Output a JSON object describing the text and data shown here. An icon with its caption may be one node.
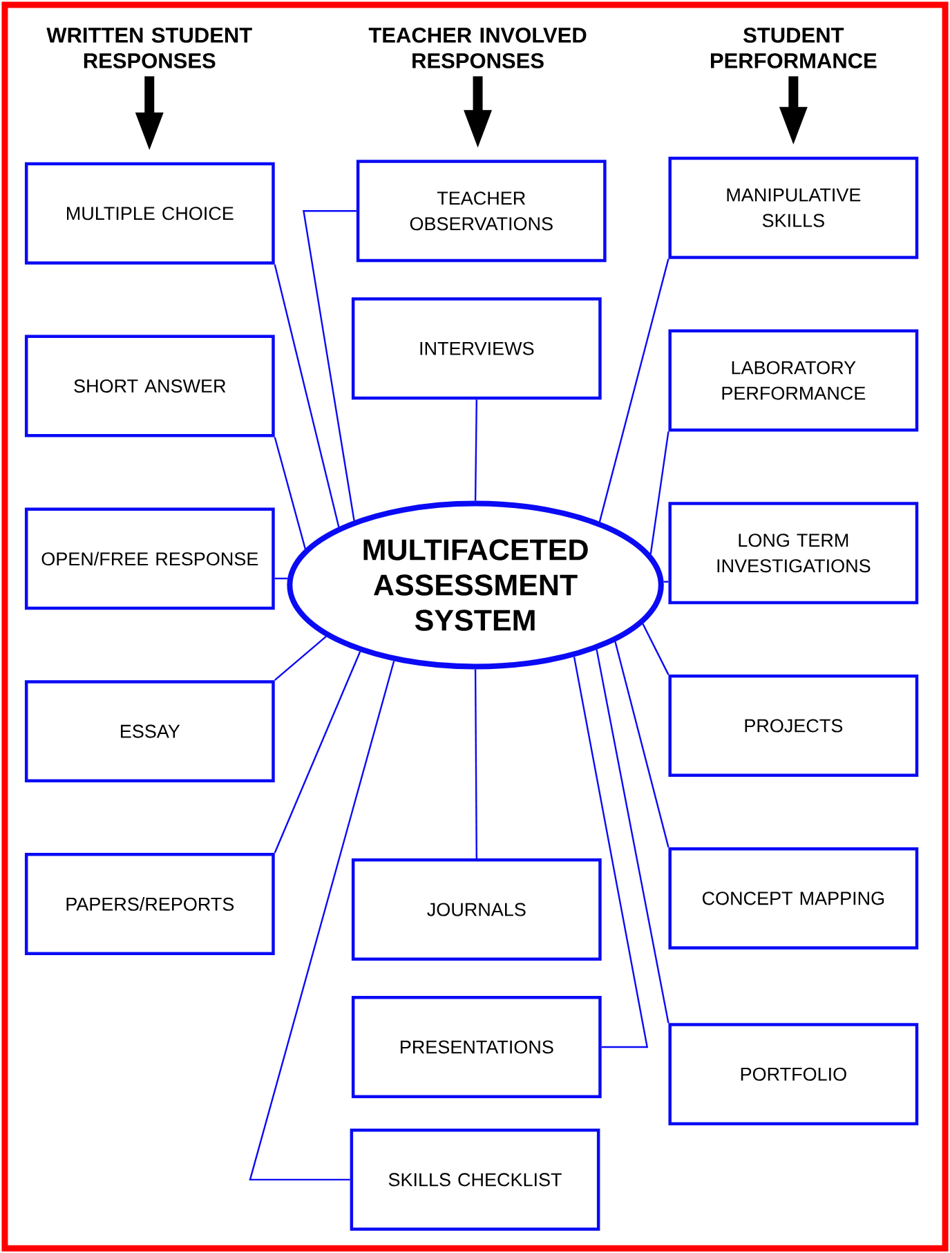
{
  "diagram": {
    "nodes": [
      {
        "text": [
          "WRITTEN STUDENT RESPONSES"
        ]
      },
      {
        "text": [
          "TEACHER INVOLVED RESPONSES"
        ]
      },
      {
        "text": [
          "STUDENT PERFORMANCE"
        ]
      },
      {
        "text": [
          "MULTIPLE CHOICE"
        ]
      },
      {
        "text": [
          "TEACHER OBSERVATIONS"
        ]
      },
      {
        "text": [
          "MANIPULATIVE SKILLS"
        ]
      },
      {
        "text": [
          "INTERVIEWS"
        ]
      },
      {
        "text": [
          "SHORT ANSWER"
        ]
      },
      {
        "text": [
          "LABORATORY PERFORMANCE"
        ]
      },
      {
        "text": [
          "OPEN/FREE RESPONSE"
        ]
      },
      {
        "text": [
          "MULTIFACETED ASSESSMENT SYSTEM"
        ]
      },
      {
        "text": [
          "LONG TERM INVESTIGATIONS"
        ]
      },
      {
        "text": [
          "ESSAY"
        ]
      },
      {
        "text": [
          "PROJECTS"
        ]
      },
      {
        "text": [
          "PAPERS/REPORTS"
        ]
      },
      {
        "text": [
          "JOURNALS"
        ]
      },
      {
        "text": [
          "CONCEPT MAPPING"
        ]
      },
      {
        "text": [
          "PRESENTATIONS"
        ]
      },
      {
        "text": [
          "PORTFOLIO"
        ]
      },
      {
        "text": [
          "SKILLS CHECKLIST"
        ]
      }
    ],
    "edges": [
      {
        "from": 0,
        "to": 3,
        "arrow": "to",
        "style": "thick",
        "color": "#000000"
      },
      {
        "from": 1,
        "to": 4,
        "arrow": "to",
        "style": "thick",
        "color": "#000000"
      },
      {
        "from": 2,
        "to": 5,
        "arrow": "to",
        "style": "thick",
        "color": "#000000"
      },
      {
        "from": 10,
        "to": 3,
        "arrow": "none"
      },
      {
        "from": 10,
        "to": 4,
        "arrow": "none"
      },
      {
        "from": 10,
        "to": 7,
        "arrow": "none"
      },
      {
        "from": 10,
        "to": 9,
        "arrow": "none"
      },
      {
        "from": 10,
        "to": 12,
        "arrow": "none"
      },
      {
        "from": 10,
        "to": 14,
        "arrow": "none"
      },
      {
        "from": 10,
        "to": 19,
        "arrow": "none"
      },
      {
        "from": 10,
        "to": 6,
        "arrow": "none"
      },
      {
        "from": 10,
        "to": 15,
        "arrow": "none"
      },
      {
        "from": 10,
        "to": 17,
        "arrow": "none"
      },
      {
        "from": 10,
        "to": 5,
        "arrow": "none"
      },
      {
        "from": 10,
        "to": 8,
        "arrow": "none"
      },
      {
        "from": 10,
        "to": 11,
        "arrow": "none"
      },
      {
        "from": 10,
        "to": 13,
        "arrow": "none"
      },
      {
        "from": 10,
        "to": 16,
        "arrow": "none"
      },
      {
        "from": 10,
        "to": 18,
        "arrow": "none"
      }
    ]
  }
}
